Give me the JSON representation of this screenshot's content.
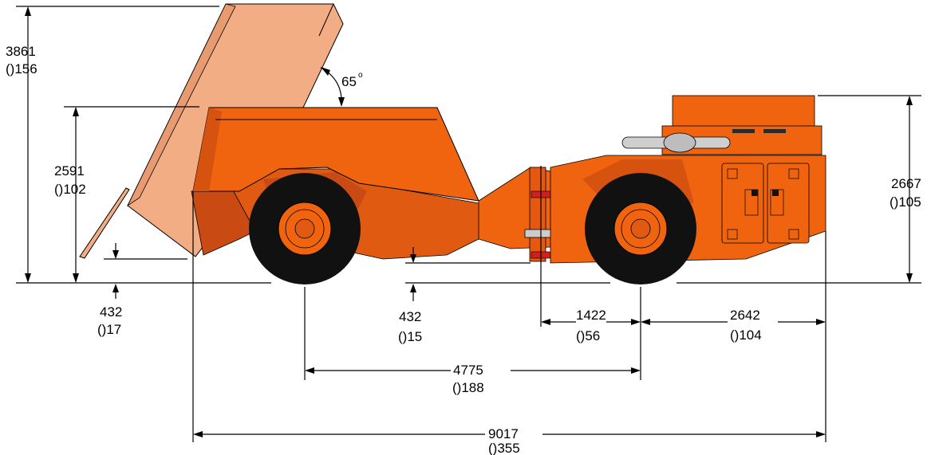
{
  "colors": {
    "body_orange": "#F06410",
    "body_dark": "#C94A12",
    "raised_box": "#F2AD84",
    "tire": "#111111",
    "hub": "#F06410",
    "line": "#000000"
  },
  "dimensions": {
    "raised_height": {
      "mm": "3861",
      "inch": "()156"
    },
    "dump_angle": {
      "value": "65",
      "degree_symbol": "o"
    },
    "box_height": {
      "mm": "2591",
      "inch": "()102"
    },
    "cab_height": {
      "mm": "2667",
      "inch": "()105"
    },
    "rear_clearance": {
      "mm": "432",
      "inch": "()17"
    },
    "ground_clearance": {
      "mm": "432",
      "inch": "()15"
    },
    "hitch_to_front_axle": {
      "mm": "1422",
      "inch": "()56"
    },
    "front_overhang": {
      "mm": "2642",
      "inch": "()104"
    },
    "wheelbase": {
      "mm": "4775",
      "inch": "()188"
    },
    "overall_length": {
      "mm": "9017",
      "inch": "()355"
    }
  }
}
